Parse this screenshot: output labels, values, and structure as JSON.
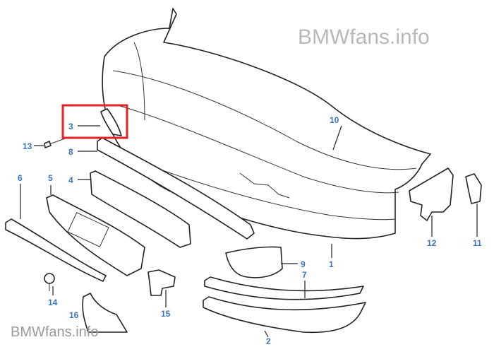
{
  "watermark_top": "BMWfans.info",
  "watermark_bottom": "BMWfans.info",
  "colors": {
    "label": "#3a74bd",
    "highlight": "#e32227",
    "line": "#222222"
  },
  "parts": [
    {
      "id": "1",
      "label": "1"
    },
    {
      "id": "2",
      "label": "2"
    },
    {
      "id": "3",
      "label": "3"
    },
    {
      "id": "4",
      "label": "4"
    },
    {
      "id": "5",
      "label": "5"
    },
    {
      "id": "6",
      "label": "6"
    },
    {
      "id": "7",
      "label": "7"
    },
    {
      "id": "8",
      "label": "8"
    },
    {
      "id": "9",
      "label": "9"
    },
    {
      "id": "10",
      "label": "10"
    },
    {
      "id": "11",
      "label": "11"
    },
    {
      "id": "12",
      "label": "12"
    },
    {
      "id": "13",
      "label": "13"
    },
    {
      "id": "14",
      "label": "14"
    },
    {
      "id": "15",
      "label": "15"
    },
    {
      "id": "16",
      "label": "16"
    }
  ]
}
